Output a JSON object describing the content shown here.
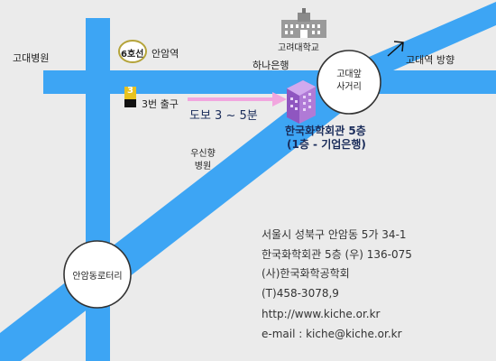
{
  "roads_color": "#3da5f4",
  "circles": {
    "anam_ogeori": "고대앞\n사거리",
    "anamdong_rotary": "안암동로터리"
  },
  "landmarks": {
    "korea_univ_hospital": "고대병원",
    "line6_badge": "6호선",
    "anam_station": "안암역",
    "korea_university": "고려대학교",
    "hana_bank": "하나은행",
    "toward_korea_univ_station": "고대역 방향",
    "exit3_number": "3",
    "exit3_label": "3번 출구",
    "walk_time": "도보 3 ~ 5분",
    "kiche_building": "한국화학회관 5층",
    "kiche_building_sub": "(1층 - 기업은행)",
    "woosinhyang_hospital": "우신향\n병원"
  },
  "address": {
    "line1": "서울시 성북구 안암동 5가 34-1",
    "line2": "한국화학회관 5층  (우) 136-075",
    "line3": "(사)한국화학공학회",
    "line4": "(T)458-3078,9",
    "homepage": "http://www.kiche.or.kr",
    "email": "e-mail : kiche@kiche.or.kr"
  },
  "icons": [
    "building-icon",
    "university-icon",
    "arrow-northeast-icon",
    "walk-arrow-icon",
    "exit-sign-icon"
  ]
}
